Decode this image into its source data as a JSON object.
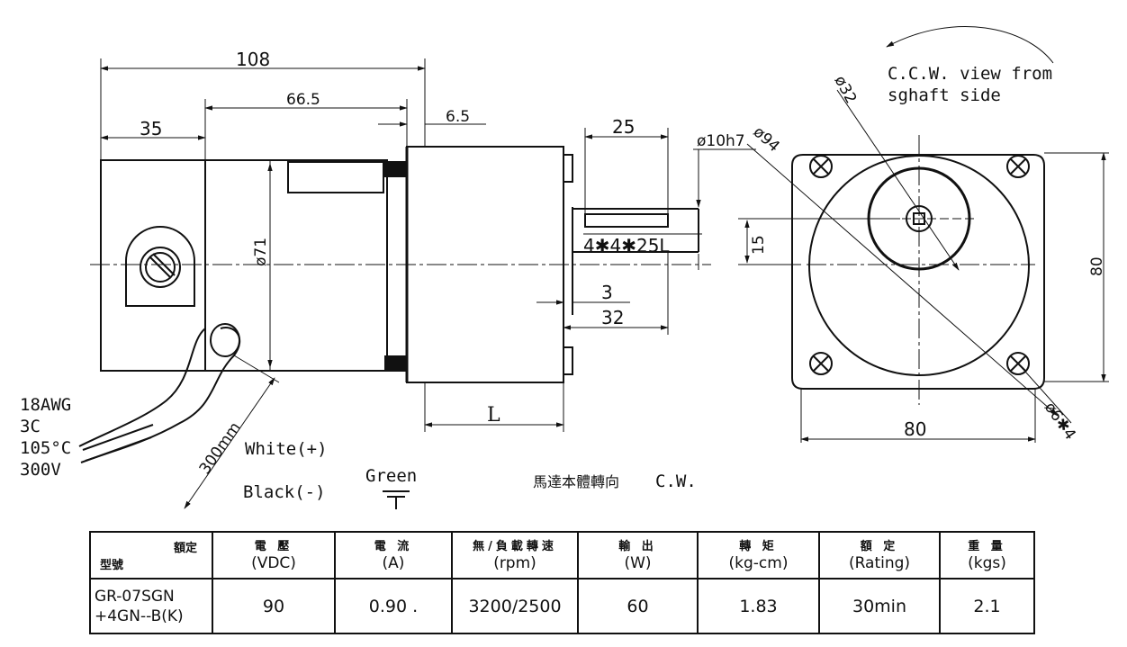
{
  "dimensions": {
    "overall_length": "108",
    "body_length": "66.5",
    "rear_length": "35",
    "flange_gap": "6.5",
    "body_diameter": "ø71",
    "gearbox_length": "L",
    "shaft_key_length": "25",
    "shaft_diameter": "ø10h7",
    "key_spec": "4✱4✱25L",
    "shaft_shoulder": "3",
    "shaft_length": "32",
    "shaft_height": "15",
    "pilot_diameter": "ø32",
    "bolt_circle": "ø94",
    "flange_width": "80",
    "flange_height": "80",
    "mount_holes": "ø6✱4",
    "cable_length": "300mm"
  },
  "notes": {
    "rotation_view_line1": "C.C.W. view from",
    "rotation_view_line2": "sghaft side",
    "wire_gauge": "18AWG",
    "wire_cores": "3C",
    "wire_temp": "105°C",
    "wire_voltage": "300V",
    "white_wire": "White(+)",
    "black_wire": "Black(-)",
    "ground_wire": "Green",
    "body_rotation_label": "馬達本體轉向",
    "body_rotation_value": "C.W."
  },
  "table": {
    "corner_top": "額定",
    "corner_bottom": "型號",
    "headers": [
      {
        "cn": "電  壓",
        "unit": "(VDC)"
      },
      {
        "cn": "電  流",
        "unit": "(A)"
      },
      {
        "cn": "無/負載轉速",
        "unit": "(rpm)"
      },
      {
        "cn": "輸  出",
        "unit": "(W)"
      },
      {
        "cn": "轉  矩",
        "unit": "(kg-cm)"
      },
      {
        "cn": "額  定",
        "unit": "(Rating)"
      },
      {
        "cn": "重  量",
        "unit": "(kgs)"
      }
    ],
    "model_line1": "GR-07SGN",
    "model_line2": "+4GN--B(K)",
    "values": [
      "90",
      "0.90 .",
      "3200/2500",
      "60",
      "1.83",
      "30min",
      "2.1"
    ]
  }
}
